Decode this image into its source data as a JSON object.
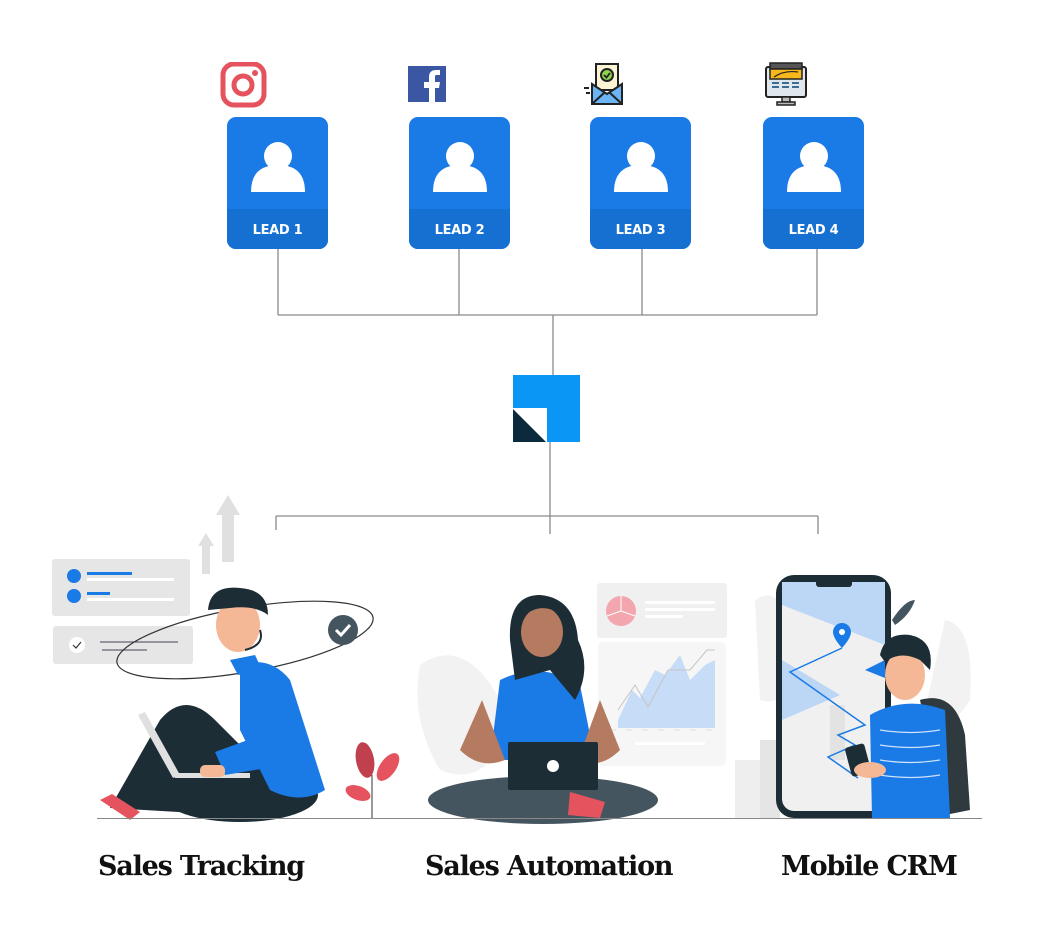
{
  "leads": [
    {
      "label": "LEAD 1",
      "source_icon": "instagram-icon"
    },
    {
      "label": "LEAD 2",
      "source_icon": "facebook-icon"
    },
    {
      "label": "LEAD 3",
      "source_icon": "email-icon"
    },
    {
      "label": "LEAD 4",
      "source_icon": "website-icon"
    }
  ],
  "hub": {
    "icon": "crm-logo-icon"
  },
  "features": [
    {
      "label": "Sales Tracking",
      "illustration": "person-with-laptop-sitting"
    },
    {
      "label": "Sales Automation",
      "illustration": "person-cross-legged-with-laptop-and-charts"
    },
    {
      "label": "Mobile CRM",
      "illustration": "person-with-phone-and-map"
    }
  ],
  "colors": {
    "lead_card": "#1a7ae6",
    "lead_band": "#1570d2",
    "hub_blue": "#0a96f5",
    "hub_dark": "#0c2a3e",
    "instagram": "#e5545e",
    "facebook": "#3b57a4",
    "connector": "#888888"
  }
}
